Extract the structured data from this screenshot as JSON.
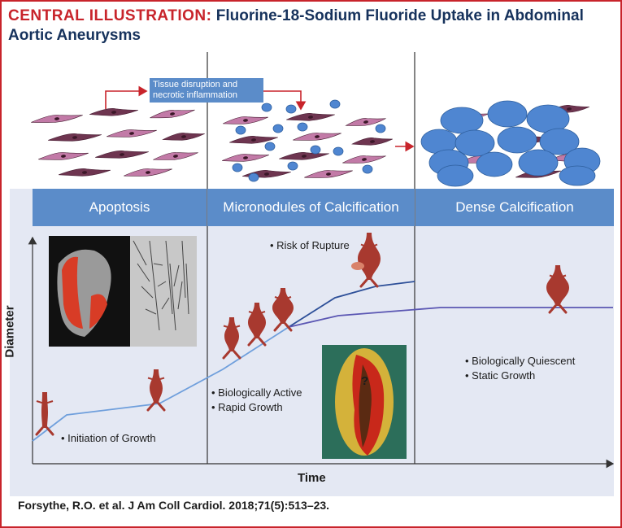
{
  "title": {
    "lead": "CENTRAL ILLUSTRATION:",
    "text": "Fluorine-18-Sodium Fluoride Uptake in Abdominal Aortic Aneurysms"
  },
  "stages": [
    {
      "label": "Apoptosis"
    },
    {
      "label": "Micronodules of Calcification"
    },
    {
      "label": "Dense Calcification"
    }
  ],
  "callout": "Tissue disruption and necrotic inflammation",
  "notes": {
    "initiation": "• Initiation of Growth",
    "active_1": "• Biologically Active",
    "active_2": "• Rapid Growth",
    "rupture": "• Risk of Rupture",
    "quiescent_1": "• Biologically Quiescent",
    "quiescent_2": "• Static Growth",
    "question": "?"
  },
  "axes": {
    "x_label": "Time",
    "y_label": "Diameter"
  },
  "citation": "Forsythe, R.O. et al. J Am Coll Cardiol. 2018;71(5):513–23.",
  "colors": {
    "accent_red": "#c8242b",
    "title_navy": "#16325c",
    "stage_blue": "#5b8cc9",
    "panel_lavender": "#e4e8f3",
    "curve_light": "#6f9fdc",
    "curve_dark": "#2d4f98",
    "curve_purple": "#5b57b3",
    "aneurysm_red": "#a8392f",
    "cell_pink": "#c27aa7",
    "cell_plum": "#6e3550",
    "calcification_blue": "#4f86d1"
  },
  "icons": [
    "smooth-muscle-cell-icon",
    "calcification-nodule-icon",
    "aorta-icon",
    "arrow-icon"
  ]
}
